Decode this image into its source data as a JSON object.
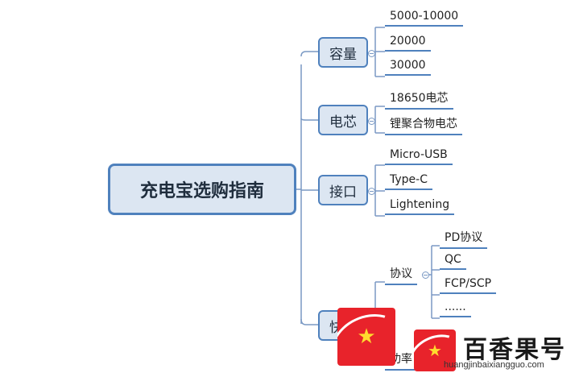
{
  "root": {
    "label": "充电宝选购指南"
  },
  "branches": {
    "capacity": {
      "label": "容量",
      "items": [
        "5000-10000",
        "20000",
        "30000"
      ]
    },
    "cell": {
      "label": "电芯",
      "items": [
        "18650电芯",
        "锂聚合物电芯"
      ]
    },
    "port": {
      "label": "接口",
      "items": [
        "Micro-USB",
        "Type-C",
        "Lightening"
      ]
    },
    "fast_charge": {
      "label": "快充",
      "protocol": {
        "label": "协议",
        "items": [
          "PD协议",
          "QC",
          "FCP/SCP",
          "......"
        ]
      },
      "power": {
        "label": "功率"
      }
    }
  },
  "watermark": {
    "brand": "百香果号",
    "url": "huangjinbaixiangguo.com",
    "accent": "#e8232b"
  },
  "colors": {
    "node_fill": "#dce6f2",
    "node_border": "#4f81bd",
    "connector": "#7a99c4"
  }
}
